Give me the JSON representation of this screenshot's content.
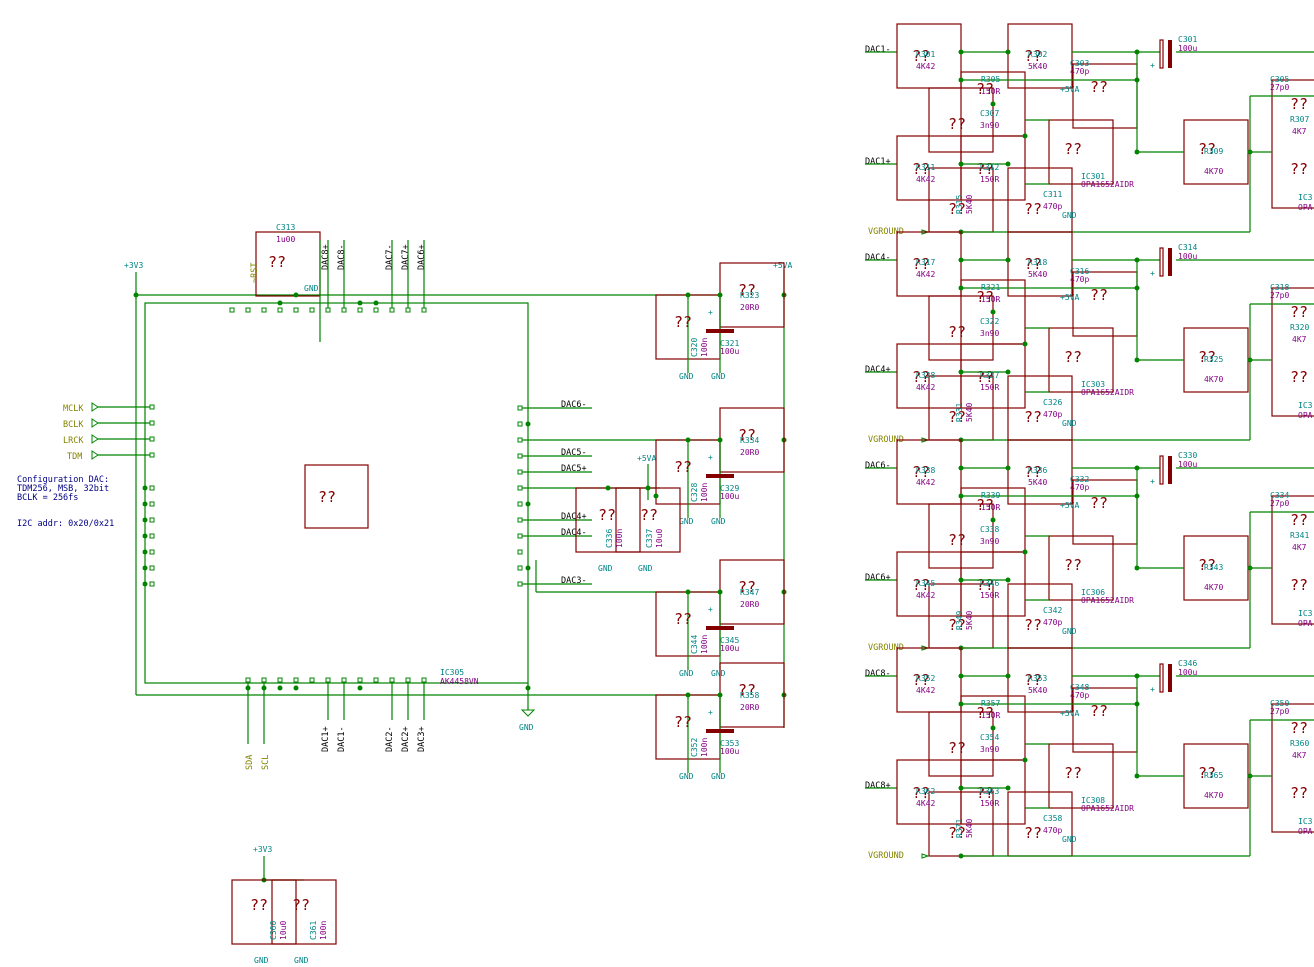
{
  "notes": {
    "config_line1": "Configuration DAC:",
    "config_line2": "TDM256, MSB, 32bit",
    "config_line3": "BCLK = 256fs",
    "config_line4": "I2C addr: 0x20/0x21"
  },
  "dac_ic": {
    "ref": "IC305",
    "value": "AK4458VN"
  },
  "c313": {
    "ref": "C313",
    "value": "1u00"
  },
  "power": {
    "v3": "+3V3",
    "v5": "+5VA",
    "gnd": "GND"
  },
  "hier_labels": [
    "MCLK",
    "BCLK",
    "LRCK",
    "TDM",
    "SDA",
    "SCL",
    "~RST"
  ],
  "left_top_nets": [
    "DAC8+",
    "DAC8-",
    "DAC7-",
    "DAC7+",
    "DAC6+"
  ],
  "left_right_nets": [
    "DAC6-",
    "DAC5-",
    "DAC5+",
    "DAC4+",
    "DAC4-",
    "DAC3-"
  ],
  "left_bottom_nets": [
    "DAC1+",
    "DAC1-",
    "DAC2-",
    "DAC2+",
    "DAC3+"
  ],
  "decoupling": [
    {
      "r": "R323",
      "rv": "20R0",
      "ca": "C320",
      "cav": "100n",
      "cb": "C321",
      "cbv": "100u"
    },
    {
      "r": "R334",
      "rv": "20R0",
      "ca": "C328",
      "cav": "100n",
      "cb": "C329",
      "cbv": "100u"
    },
    {
      "r": "R347",
      "rv": "20R0",
      "ca": "C344",
      "cav": "100n",
      "cb": "C345",
      "cbv": "100u"
    },
    {
      "r": "R358",
      "rv": "20R0",
      "ca": "C352",
      "cav": "100n",
      "cb": "C353",
      "cbv": "100u"
    }
  ],
  "mid_caps": [
    {
      "ref": "C336",
      "val": "100n"
    },
    {
      "ref": "C337",
      "val": "10u0"
    }
  ],
  "bottom_caps": [
    {
      "ref": "C360",
      "val": "10u0"
    },
    {
      "ref": "C361",
      "val": "100n"
    }
  ],
  "channels": [
    {
      "in_m": "DAC1-",
      "in_p": "DAC1+",
      "ra": "R301",
      "rav": "4K42",
      "rb": "R302",
      "rbv": "5K40",
      "cc": "C303",
      "ccv": "470p",
      "rc": "R305",
      "rcv": "150R",
      "cd": "C307",
      "cdv": "3n90",
      "re": "R311",
      "rev": "4K42",
      "rf": "R312",
      "rfv": "150R",
      "rg": "R315",
      "rgv": "5K40",
      "ce": "C311",
      "cev": "470p",
      "ic": "IC301",
      "icv": "OPA1652AIDR",
      "rh": "R309",
      "rhv": "4K70",
      "cout": "C301",
      "coutv": "100u",
      "cr": "C305",
      "crv": "27p0",
      "rr": "R307",
      "rrv": "4K7",
      "icr": "IC3",
      "icrv": "OPA"
    },
    {
      "in_m": "DAC4-",
      "in_p": "DAC4+",
      "ra": "R317",
      "rav": "4K42",
      "rb": "R318",
      "rbv": "5K40",
      "cc": "C316",
      "ccv": "470p",
      "rc": "R321",
      "rcv": "150R",
      "cd": "C322",
      "cdv": "3n90",
      "re": "R328",
      "rev": "4K42",
      "rf": "R327",
      "rfv": "150R",
      "rg": "R331",
      "rgv": "5K40",
      "ce": "C326",
      "cev": "470p",
      "ic": "IC303",
      "icv": "OPA1652AIDR",
      "rh": "R325",
      "rhv": "4K70",
      "cout": "C314",
      "coutv": "100u",
      "cr": "C318",
      "crv": "27p0",
      "rr": "R320",
      "rrv": "4K7",
      "icr": "IC3",
      "icrv": "OPA"
    },
    {
      "in_m": "DAC6-",
      "in_p": "DAC6+",
      "ra": "R338",
      "rav": "4K42",
      "rb": "R336",
      "rbv": "5K40",
      "cc": "C332",
      "ccv": "470p",
      "rc": "R339",
      "rcv": "150R",
      "cd": "C338",
      "cdv": "3n90",
      "re": "R345",
      "rev": "4K42",
      "rf": "R346",
      "rfv": "150R",
      "rg": "R349",
      "rgv": "5K40",
      "ce": "C342",
      "cev": "470p",
      "ic": "IC306",
      "icv": "OPA1652AIDR",
      "rh": "R343",
      "rhv": "4K70",
      "cout": "C330",
      "coutv": "100u",
      "cr": "C334",
      "crv": "27p0",
      "rr": "R341",
      "rrv": "4K7",
      "icr": "IC3",
      "icrv": "OPA"
    },
    {
      "in_m": "DAC8-",
      "in_p": "DAC8+",
      "ra": "R352",
      "rav": "4K42",
      "rb": "R353",
      "rbv": "5K40",
      "cc": "C348",
      "ccv": "470p",
      "rc": "R357",
      "rcv": "150R",
      "cd": "C354",
      "cdv": "3n90",
      "re": "R362",
      "rev": "4K42",
      "rf": "R363",
      "rfv": "150R",
      "rg": "R371",
      "rgv": "5K40",
      "ce": "C358",
      "cev": "470p",
      "ic": "IC308",
      "icv": "OPA1652AIDR",
      "rh": "R365",
      "rhv": "4K70",
      "cout": "C346",
      "coutv": "100u",
      "cr": "C350",
      "crv": "27p0",
      "rr": "R360",
      "rrv": "4K7",
      "icr": "IC3",
      "icrv": "OPA"
    }
  ],
  "vground": "VGROUND"
}
